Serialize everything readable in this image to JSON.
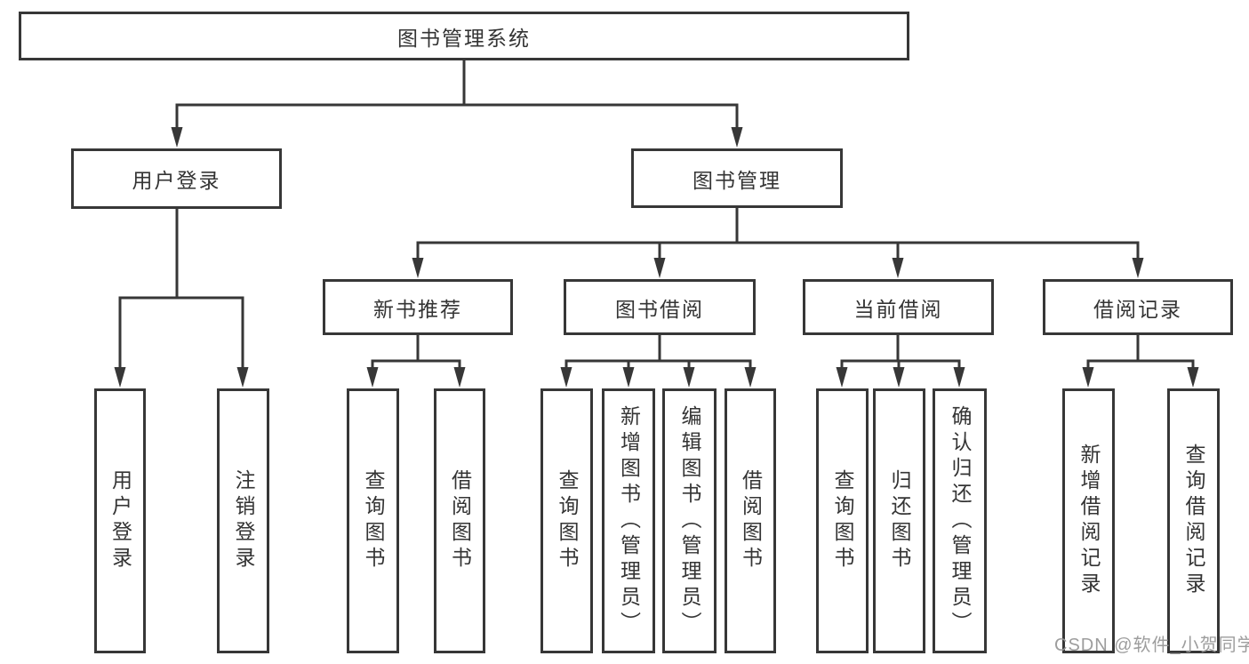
{
  "page": {
    "background": "#ffffff"
  },
  "colors": {
    "box_border": "#373737",
    "connector": "#373737",
    "text": "#343434",
    "watermark": "#989898"
  },
  "watermark": {
    "text": "CSDN @软件_小贺同学"
  },
  "nodes": {
    "root": {
      "label": "图书管理系统"
    },
    "userLogin": {
      "label": "用户登录"
    },
    "bookMgmt": {
      "label": "图书管理"
    },
    "userLoginLeaf": {
      "label": "用户登录"
    },
    "logoutLeaf": {
      "label": "注销登录"
    },
    "newBookRec": {
      "label": "新书推荐"
    },
    "bookBorrow": {
      "label": "图书借阅"
    },
    "currentBorrow": {
      "label": "当前借阅"
    },
    "borrowRecord": {
      "label": "借阅记录"
    },
    "recQueryBook": {
      "label": "查询图书"
    },
    "recBorrowBook": {
      "label": "借阅图书"
    },
    "bbQueryBook": {
      "label": "查询图书"
    },
    "bbAddBook": {
      "label": "新增图书（管理员）"
    },
    "bbEditBook": {
      "label": "编辑图书（管理员）"
    },
    "bbBorrowBook": {
      "label": "借阅图书"
    },
    "cbQueryBook": {
      "label": "查询图书"
    },
    "cbReturnBook": {
      "label": "归还图书"
    },
    "cbConfirmReturn": {
      "label": "确认归还（管理员）"
    },
    "brAddRecord": {
      "label": "新增借阅记录"
    },
    "brQueryRecord": {
      "label": "查询借阅记录"
    }
  },
  "tree": {
    "root": [
      "userLogin",
      "bookMgmt"
    ],
    "userLogin": [
      "userLoginLeaf",
      "logoutLeaf"
    ],
    "bookMgmt": [
      "newBookRec",
      "bookBorrow",
      "currentBorrow",
      "borrowRecord"
    ],
    "newBookRec": [
      "recQueryBook",
      "recBorrowBook"
    ],
    "bookBorrow": [
      "bbQueryBook",
      "bbAddBook",
      "bbEditBook",
      "bbBorrowBook"
    ],
    "currentBorrow": [
      "cbQueryBook",
      "cbReturnBook",
      "cbConfirmReturn"
    ],
    "borrowRecord": [
      "brAddRecord",
      "brQueryRecord"
    ]
  }
}
